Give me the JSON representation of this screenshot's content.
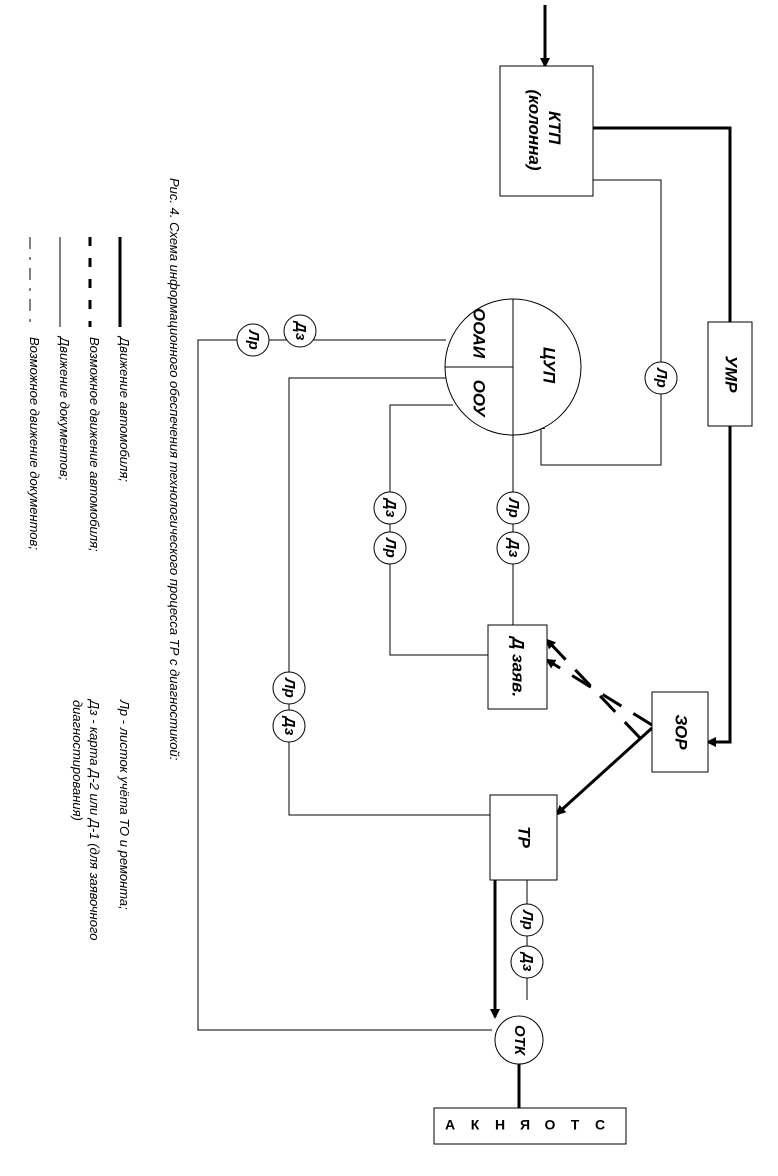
{
  "nodes": {
    "ktp": "КТП (колонна)",
    "umr": "УМР",
    "cup": "ЦУП",
    "ooai": "ООАИ",
    "oou": "ООУ",
    "d_zayav": "Д заяв.",
    "zor": "ЗОР",
    "tr": "ТР",
    "otk": "ОТК",
    "stoyanka": [
      "С",
      "Т",
      "О",
      "Я",
      "Н",
      "К",
      "А"
    ]
  },
  "doc_labels": {
    "lr": "Лр",
    "dz": "Дз"
  },
  "caption": "Рис. 4. Схема информационного обеспечения  технологического процесса ТР с диагностикой:",
  "legend": [
    {
      "style": "solid-thick",
      "text": "Движение автомобиля;"
    },
    {
      "style": "dashed-thick",
      "text": "Возможное движение автомобиля;"
    },
    {
      "style": "solid-thin",
      "text": "Движение документов;"
    },
    {
      "style": "dashdot-thin",
      "text": "Возможное движение документов;"
    }
  ],
  "notes": {
    "lr_note": "Лр - листок учёта ТО и ремонта;",
    "dz_note_1": "Дз - карта Д-2 или Д-1 (для заявочного",
    "dz_note_2": "диагностирования)"
  }
}
